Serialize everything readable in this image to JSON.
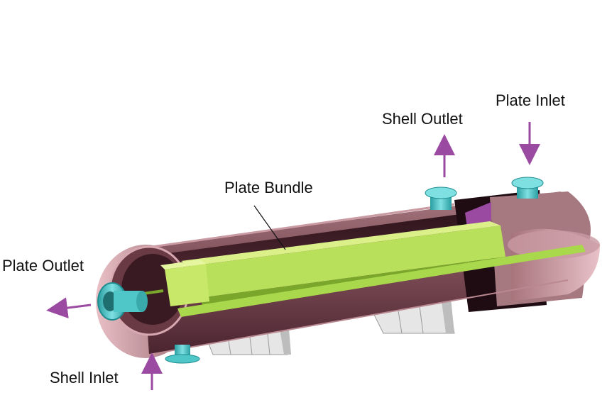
{
  "labels": {
    "plate_inlet": "Plate Inlet",
    "shell_outlet": "Shell Outlet",
    "plate_bundle": "Plate Bundle",
    "plate_outlet": "Plate Outlet",
    "shell_inlet": "Shell Inlet"
  },
  "colors": {
    "shell": "#8a5a62",
    "shell_dark": "#3b1e26",
    "shell_inner": "#4a2430",
    "end_cap": "#d8a8b0",
    "bundle": "#b8e05a",
    "bundle_light": "#dcf08a",
    "bundle_dark": "#7aa62c",
    "nozzle": "#4fc7c9",
    "nozzle_dark": "#1f8c8f",
    "arrow": "#9a4aa0",
    "support": "#e6e6e6"
  },
  "icons": {
    "flow_arrow": "arrow-icon",
    "nozzle": "flange-nozzle-icon"
  }
}
